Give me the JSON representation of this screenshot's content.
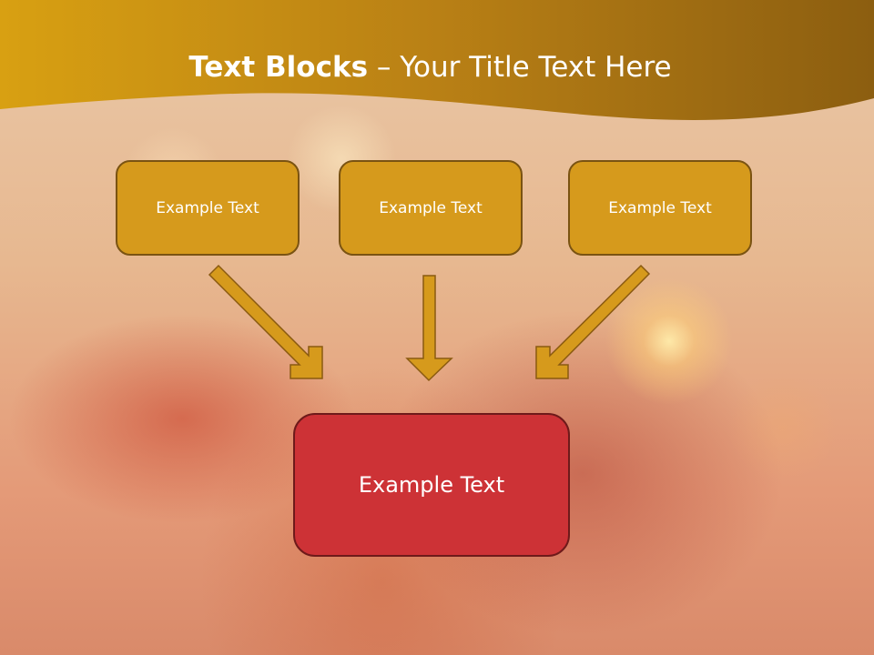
{
  "slide": {
    "title_bold": "Text Blocks",
    "title_rest": "– Your Title Text Here"
  },
  "blocks": {
    "top": [
      {
        "label": "Example Text"
      },
      {
        "label": "Example Text"
      },
      {
        "label": "Example Text"
      }
    ],
    "bottom": {
      "label": "Example Text"
    }
  },
  "colors": {
    "header": "#c48a12",
    "top_block_fill": "#d69a1c",
    "top_block_border": "#7a5312",
    "bottom_block_fill": "#cd3236",
    "arrow_fill": "#d69a1c"
  }
}
